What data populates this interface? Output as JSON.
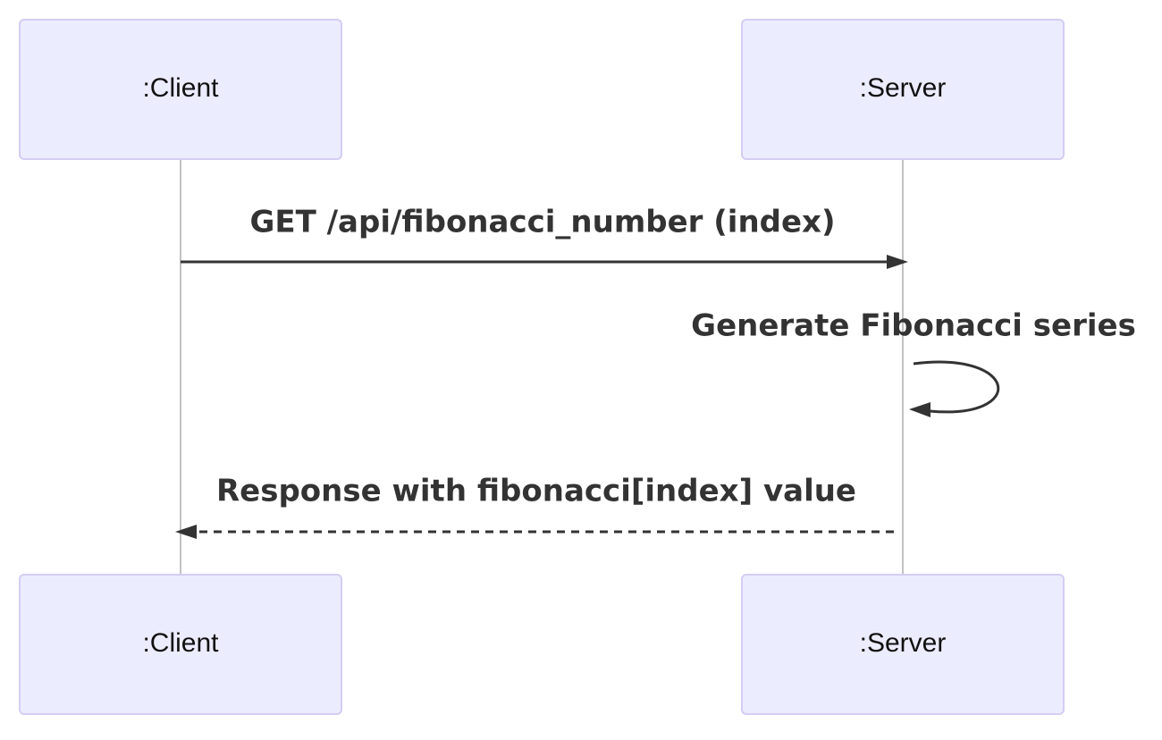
{
  "participants": {
    "client": ":Client",
    "server": ":Server"
  },
  "messages": [
    {
      "label": "GET /api/fibonacci_number (index)",
      "from": "client",
      "to": "server",
      "style": "solid"
    },
    {
      "label": "Generate Fibonacci series",
      "from": "server",
      "to": "server",
      "style": "solid"
    },
    {
      "label": "Response with fibonacci[index] value",
      "from": "server",
      "to": "client",
      "style": "dashed"
    }
  ],
  "colors": {
    "actor_fill": "#ececff",
    "actor_stroke": "#d4cdf3",
    "line": "#333333",
    "lifeline": "#9a9a9a"
  }
}
